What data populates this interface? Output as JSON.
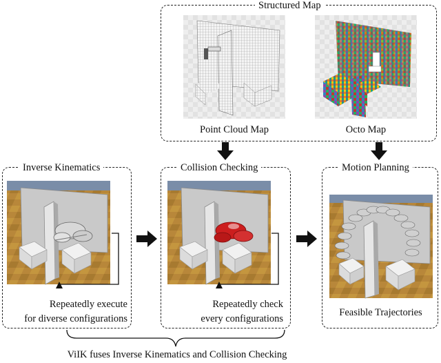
{
  "structured_map": {
    "title": "Structured Map",
    "point_cloud_caption": "Point Cloud Map",
    "octo_caption": "Octo Map"
  },
  "inverse_kinematics": {
    "title": "Inverse Kinematics",
    "note_line1": "Repeatedly execute",
    "note_line2": "for diverse configurations"
  },
  "collision_checking": {
    "title": "Collision Checking",
    "note_line1": "Repeatedly check",
    "note_line2": "every configurations"
  },
  "motion_planning": {
    "title": "Motion Planning",
    "caption": "Feasible Trajectories"
  },
  "bottom_caption": "ViIK fuses Inverse Kinematics and Collision Checking",
  "colors": {
    "floor_tan": "#b8873a",
    "wall_gray": "#c9c9c9",
    "robot_red": "#cc1e1e",
    "arrow": "#111111"
  }
}
